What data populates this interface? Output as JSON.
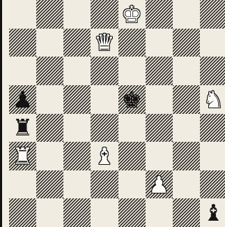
{
  "board": {
    "orientation": "white-bottom",
    "ranks": [
      [
        "",
        "",
        "",
        "",
        "wK",
        "",
        "",
        ""
      ],
      [
        "",
        "",
        "",
        "wQ",
        "",
        "",
        "",
        ""
      ],
      [
        "",
        "",
        "",
        "",
        "",
        "",
        "",
        ""
      ],
      [
        "bP",
        "",
        "",
        "",
        "bK",
        "",
        "",
        "wN"
      ],
      [
        "bR",
        "",
        "",
        "",
        "",
        "",
        "",
        ""
      ],
      [
        "wR",
        "",
        "",
        "wB",
        "",
        "",
        "",
        ""
      ],
      [
        "",
        "",
        "",
        "",
        "",
        "wP",
        "",
        ""
      ],
      [
        "",
        "",
        "",
        "",
        "",
        "",
        "",
        "bB"
      ]
    ],
    "glyphs": {
      "wK": "♚",
      "wQ": "♛",
      "wR": "♜",
      "wB": "♝",
      "wN": "♞",
      "wP": "♟",
      "bK": "♚",
      "bQ": "♛",
      "bR": "♜",
      "bB": "♝",
      "bN": "♞",
      "bP": "♟"
    },
    "piece_names": {
      "K": "king",
      "Q": "queen",
      "R": "rook",
      "B": "bishop",
      "N": "knight",
      "P": "pawn"
    }
  }
}
